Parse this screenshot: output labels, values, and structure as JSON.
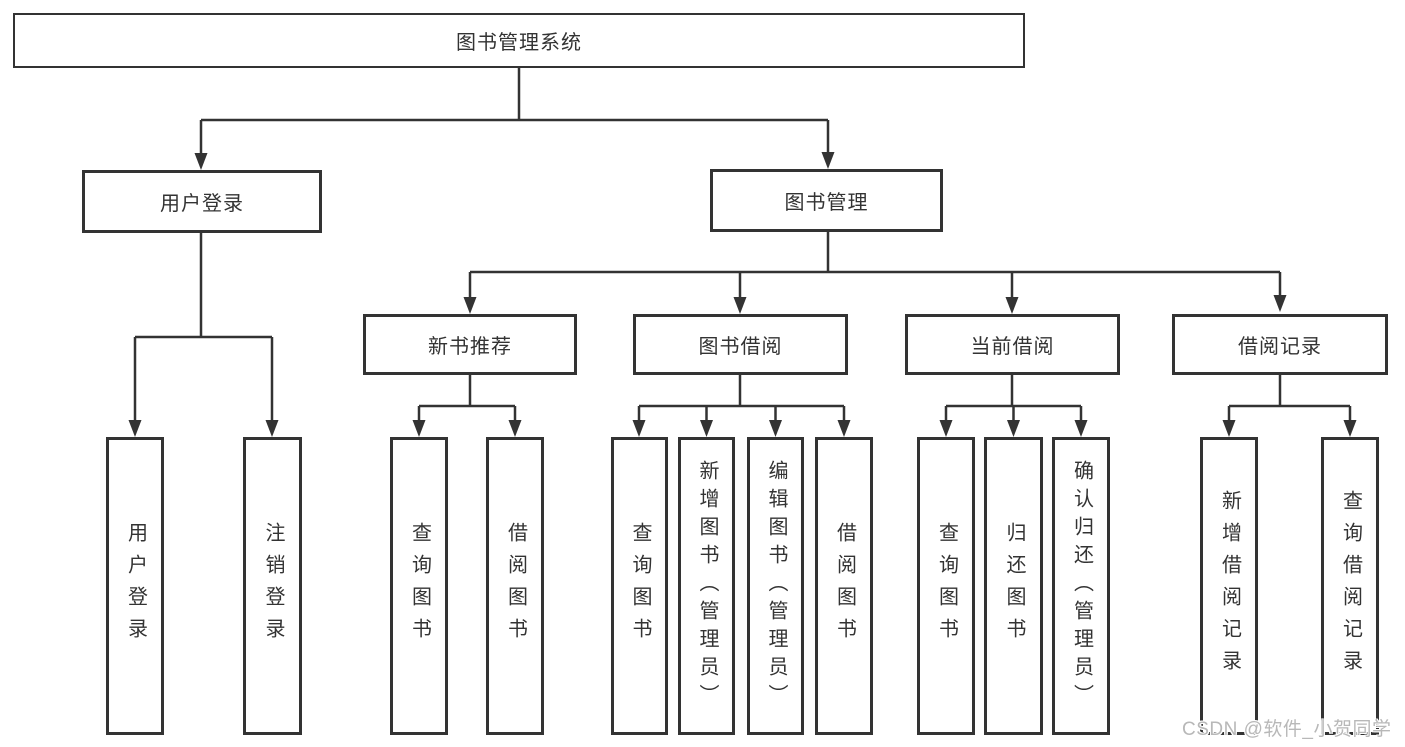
{
  "colors": {
    "line": "#333333",
    "text": "#333333",
    "background": "#ffffff",
    "watermark": "#b8b8b8"
  },
  "tree": {
    "label": "图书管理系统",
    "children": [
      {
        "label": "用户登录",
        "children": [
          {
            "label": "用户登录"
          },
          {
            "label": "注销登录"
          }
        ]
      },
      {
        "label": "图书管理",
        "children": [
          {
            "label": "新书推荐",
            "children": [
              {
                "label": "查询图书"
              },
              {
                "label": "借阅图书"
              }
            ]
          },
          {
            "label": "图书借阅",
            "children": [
              {
                "label": "查询图书"
              },
              {
                "label": "新增图书（管理员）"
              },
              {
                "label": "编辑图书（管理员）"
              },
              {
                "label": "借阅图书"
              }
            ]
          },
          {
            "label": "当前借阅",
            "children": [
              {
                "label": "查询图书"
              },
              {
                "label": "归还图书"
              },
              {
                "label": "确认归还（管理员）"
              }
            ]
          },
          {
            "label": "借阅记录",
            "children": [
              {
                "label": "新增借阅记录"
              },
              {
                "label": "查询借阅记录"
              }
            ]
          }
        ]
      }
    ]
  },
  "watermark": {
    "text": "CSDN @软件_小贺同学"
  }
}
